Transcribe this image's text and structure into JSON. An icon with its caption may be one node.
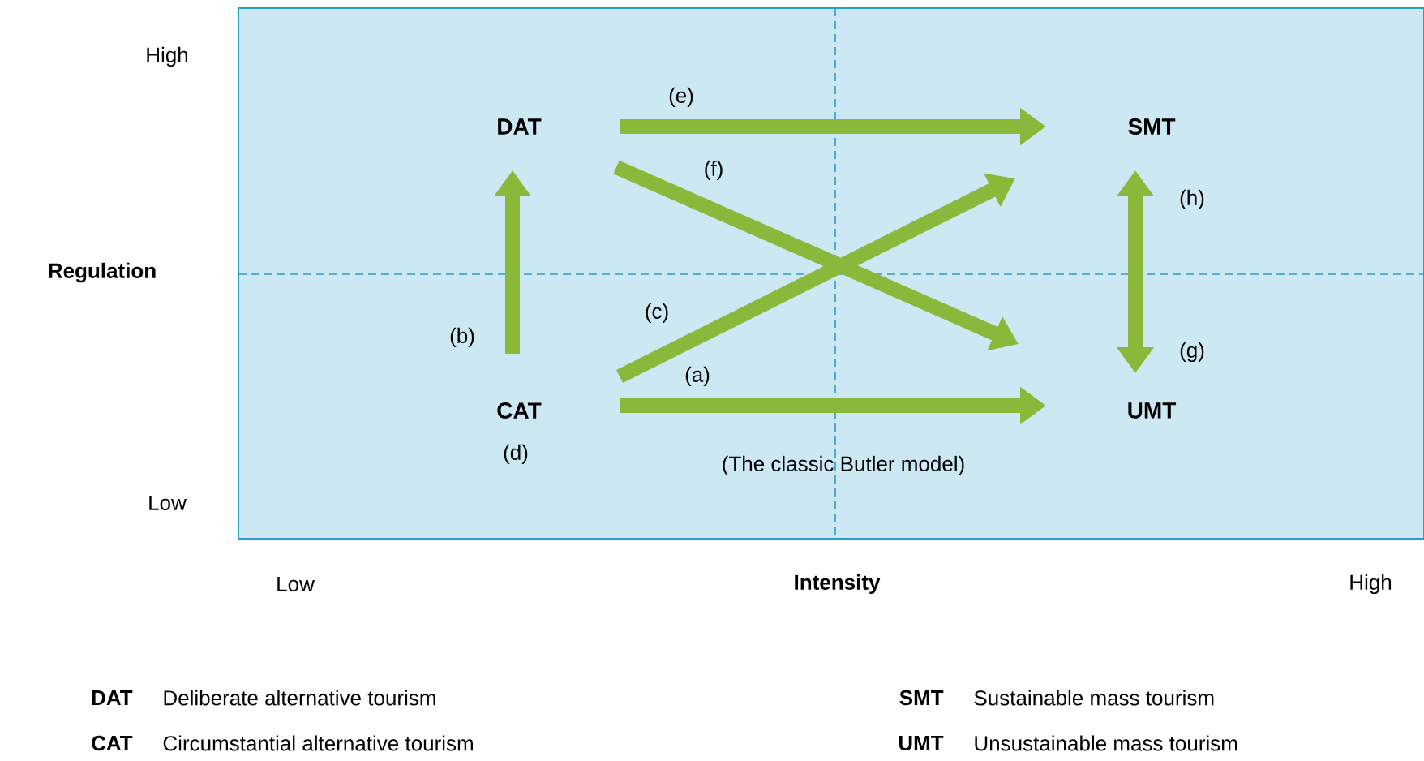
{
  "diagram": {
    "nodes": [
      {
        "text": [
          "DAT"
        ]
      },
      {
        "text": [
          "SMT"
        ]
      },
      {
        "text": [
          "CAT"
        ],
        "beside": [
          "(d)"
        ]
      },
      {
        "text": [
          "UMT"
        ]
      }
    ],
    "edges": [
      {
        "from": 2,
        "to": 0,
        "arrow": "to",
        "label": "(b)"
      },
      {
        "from": 0,
        "to": 1,
        "arrow": "to",
        "label": "(e)"
      },
      {
        "from": 0,
        "to": 3,
        "arrow": "to",
        "label": "(f)"
      },
      {
        "from": 2,
        "to": 1,
        "arrow": "to",
        "label": "(c)"
      },
      {
        "from": 2,
        "to": 3,
        "arrow": "to",
        "label": "(a)"
      },
      {
        "from": 1,
        "to": 3,
        "arrow": "both",
        "label": "(h)"
      }
    ],
    "labels": [
      "High",
      "Regulation",
      "Low",
      "Low",
      "Intensity",
      "High",
      "(g)",
      "(The classic Butler model)",
      "DAT",
      "Deliberate alternative tourism",
      "SMT",
      "Sustainable mass tourism",
      "CAT",
      "Circumstantial alternative tourism",
      "UMT",
      "Unsustainable mass tourism"
    ]
  }
}
